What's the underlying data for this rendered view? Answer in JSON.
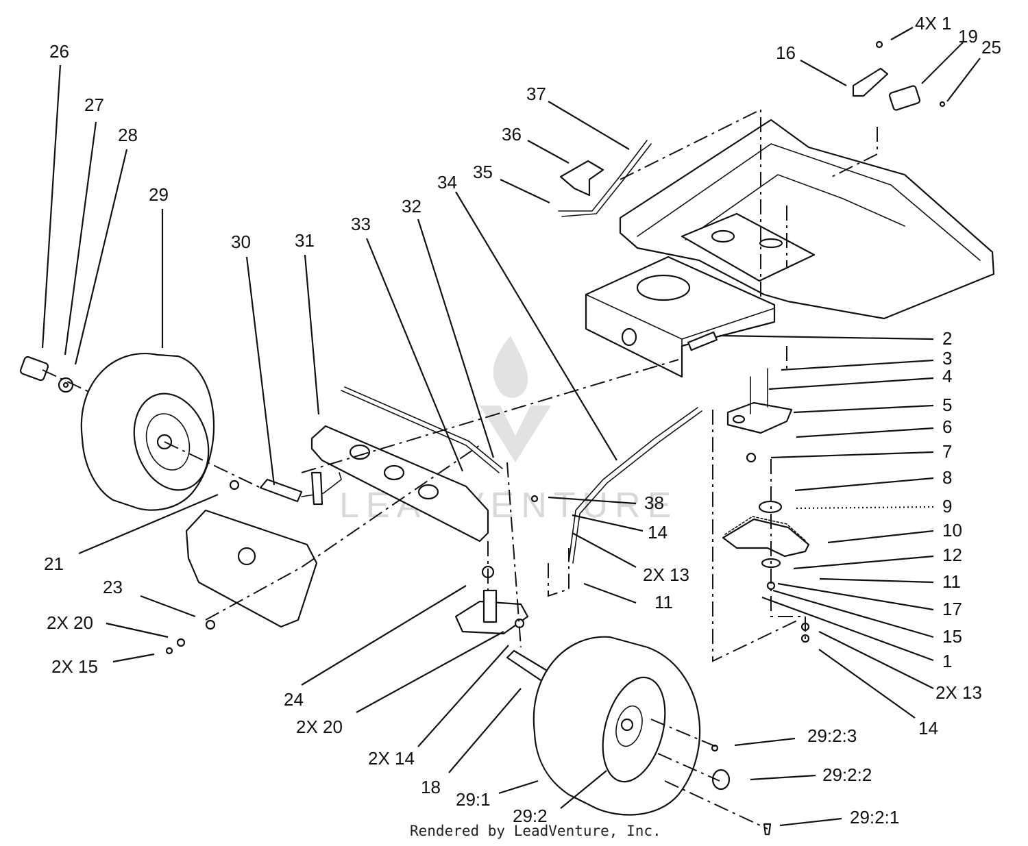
{
  "watermark": {
    "text": "LEADVENTURE"
  },
  "footer": {
    "text": "Rendered by LeadVenture, Inc."
  },
  "callouts": [
    {
      "id": "26",
      "text": "26"
    },
    {
      "id": "27",
      "text": "27"
    },
    {
      "id": "28",
      "text": "28"
    },
    {
      "id": "29",
      "text": "29"
    },
    {
      "id": "30",
      "text": "30"
    },
    {
      "id": "31",
      "text": "31"
    },
    {
      "id": "33",
      "text": "33"
    },
    {
      "id": "32",
      "text": "32"
    },
    {
      "id": "34",
      "text": "34"
    },
    {
      "id": "35",
      "text": "35"
    },
    {
      "id": "36",
      "text": "36"
    },
    {
      "id": "37",
      "text": "37"
    },
    {
      "id": "16",
      "text": "16"
    },
    {
      "id": "4x1",
      "text": "4X 1"
    },
    {
      "id": "19",
      "text": "19"
    },
    {
      "id": "25",
      "text": "25"
    },
    {
      "id": "2",
      "text": "2"
    },
    {
      "id": "3",
      "text": "3"
    },
    {
      "id": "4",
      "text": "4"
    },
    {
      "id": "5",
      "text": "5"
    },
    {
      "id": "6",
      "text": "6"
    },
    {
      "id": "7",
      "text": "7"
    },
    {
      "id": "8",
      "text": "8"
    },
    {
      "id": "9",
      "text": "9"
    },
    {
      "id": "10",
      "text": "10"
    },
    {
      "id": "12",
      "text": "12"
    },
    {
      "id": "11b",
      "text": "11"
    },
    {
      "id": "17",
      "text": "17"
    },
    {
      "id": "15b",
      "text": "15"
    },
    {
      "id": "1",
      "text": "1"
    },
    {
      "id": "2x13b",
      "text": "2X 13"
    },
    {
      "id": "14c",
      "text": "14"
    },
    {
      "id": "38",
      "text": "38"
    },
    {
      "id": "14a",
      "text": "14"
    },
    {
      "id": "2x13a",
      "text": "2X 13"
    },
    {
      "id": "11a",
      "text": "11"
    },
    {
      "id": "21",
      "text": "21"
    },
    {
      "id": "23",
      "text": "23"
    },
    {
      "id": "2x20a",
      "text": "2X 20"
    },
    {
      "id": "2x15",
      "text": "2X 15"
    },
    {
      "id": "24",
      "text": "24"
    },
    {
      "id": "2x20b",
      "text": "2X 20"
    },
    {
      "id": "2x14",
      "text": "2X 14"
    },
    {
      "id": "18",
      "text": "18"
    },
    {
      "id": "29-1",
      "text": "29:1"
    },
    {
      "id": "29-2",
      "text": "29:2"
    },
    {
      "id": "29-2-3",
      "text": "29:2:3"
    },
    {
      "id": "29-2-2",
      "text": "29:2:2"
    },
    {
      "id": "29-2-1",
      "text": "29:2:1"
    }
  ]
}
